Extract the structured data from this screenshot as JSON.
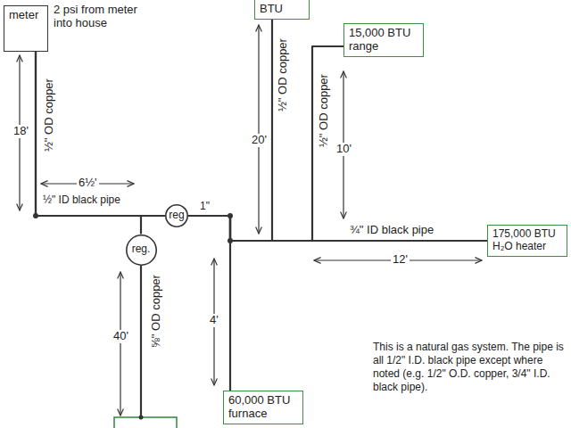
{
  "diagram": {
    "nodes": [
      {
        "text": [
          "meter"
        ]
      },
      {
        "text": [
          "BTU"
        ]
      },
      {
        "text": [
          "15,000 BTU range"
        ]
      },
      {
        "text": [
          "reg"
        ]
      },
      {
        "text": [
          "reg."
        ]
      },
      {
        "text": [
          "175,000 BTU H₂O heater"
        ]
      },
      {
        "text": [
          "60,000 BTU furnace"
        ]
      }
    ],
    "edges": [
      {
        "from": 0,
        "to": 3,
        "arrow": "none"
      },
      {
        "from": 0,
        "to": 4,
        "arrow": "none"
      },
      {
        "from": 3,
        "to": 1,
        "arrow": "none"
      },
      {
        "from": 3,
        "to": 2,
        "arrow": "none"
      },
      {
        "from": 3,
        "to": 5,
        "arrow": "none"
      },
      {
        "from": 3,
        "to": 6,
        "arrow": "none"
      }
    ],
    "labels": [
      "2 psi from meter into house",
      "½\" OD copper",
      "18'",
      "6½'",
      "½\" ID black pipe",
      "1\"",
      "⅝\" OD copper",
      "40'",
      "½\" OD copper",
      "20'",
      "½\" OD copper",
      "10'",
      "¾\" ID black pipe",
      "12'",
      "4'",
      "This is a natural gas system. The pipe is all 1/2\" I.D. black pipe except where noted (e.g. 1/2\" O.D. copper, 3/4\" I.D. black pipe)."
    ]
  }
}
